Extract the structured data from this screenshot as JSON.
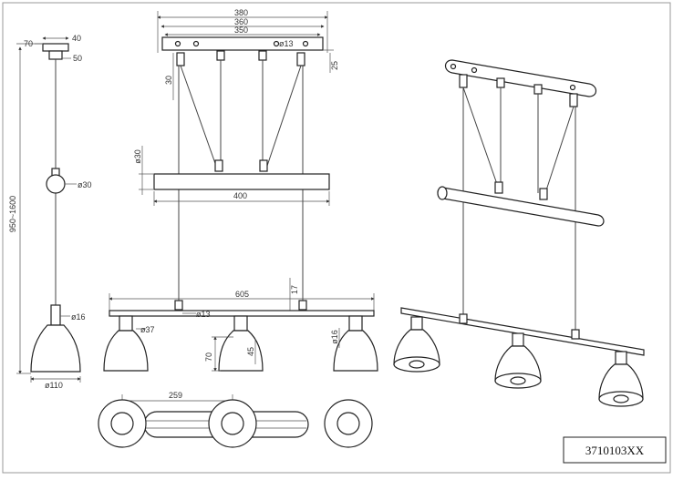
{
  "drawing": {
    "product_code": "3710103XX",
    "side_view": {
      "top_width": "70",
      "canopy_height": "40",
      "canopy_depth": "50",
      "total_height": "950~1600",
      "bar_diameter": "ø30",
      "shade_neck": "ø16",
      "shade_diameter": "ø110"
    },
    "front_view": {
      "canopy_width_outer": "380",
      "canopy_width_mid": "360",
      "canopy_width_inner": "350",
      "canopy_hole": "ø13",
      "canopy_height": "25",
      "pulley_height": "30",
      "bar_diameter": "ø30",
      "bar_length": "400",
      "rail_length": "605",
      "rail_height": "17",
      "rail_hole": "ø13",
      "shade_top_diameter": "ø37",
      "shade_height": "70",
      "shade_neck_height": "45",
      "shade_neck_diameter": "ø16"
    },
    "top_view": {
      "spacing": "259"
    }
  }
}
